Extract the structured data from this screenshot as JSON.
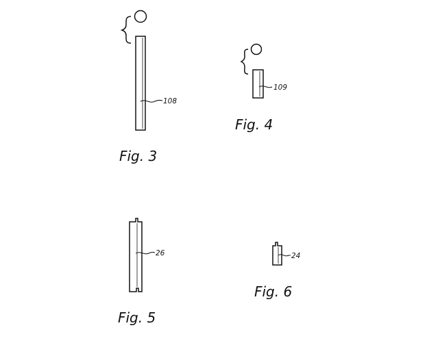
{
  "figures": [
    {
      "caption": "Fig. 3",
      "ref": "108"
    },
    {
      "caption": "Fig. 4",
      "ref": "109"
    },
    {
      "caption": "Fig. 5",
      "ref": "26"
    },
    {
      "caption": "Fig. 6",
      "ref": "24"
    }
  ],
  "colors": {
    "ink": "#111111",
    "paper": "#ffffff"
  }
}
